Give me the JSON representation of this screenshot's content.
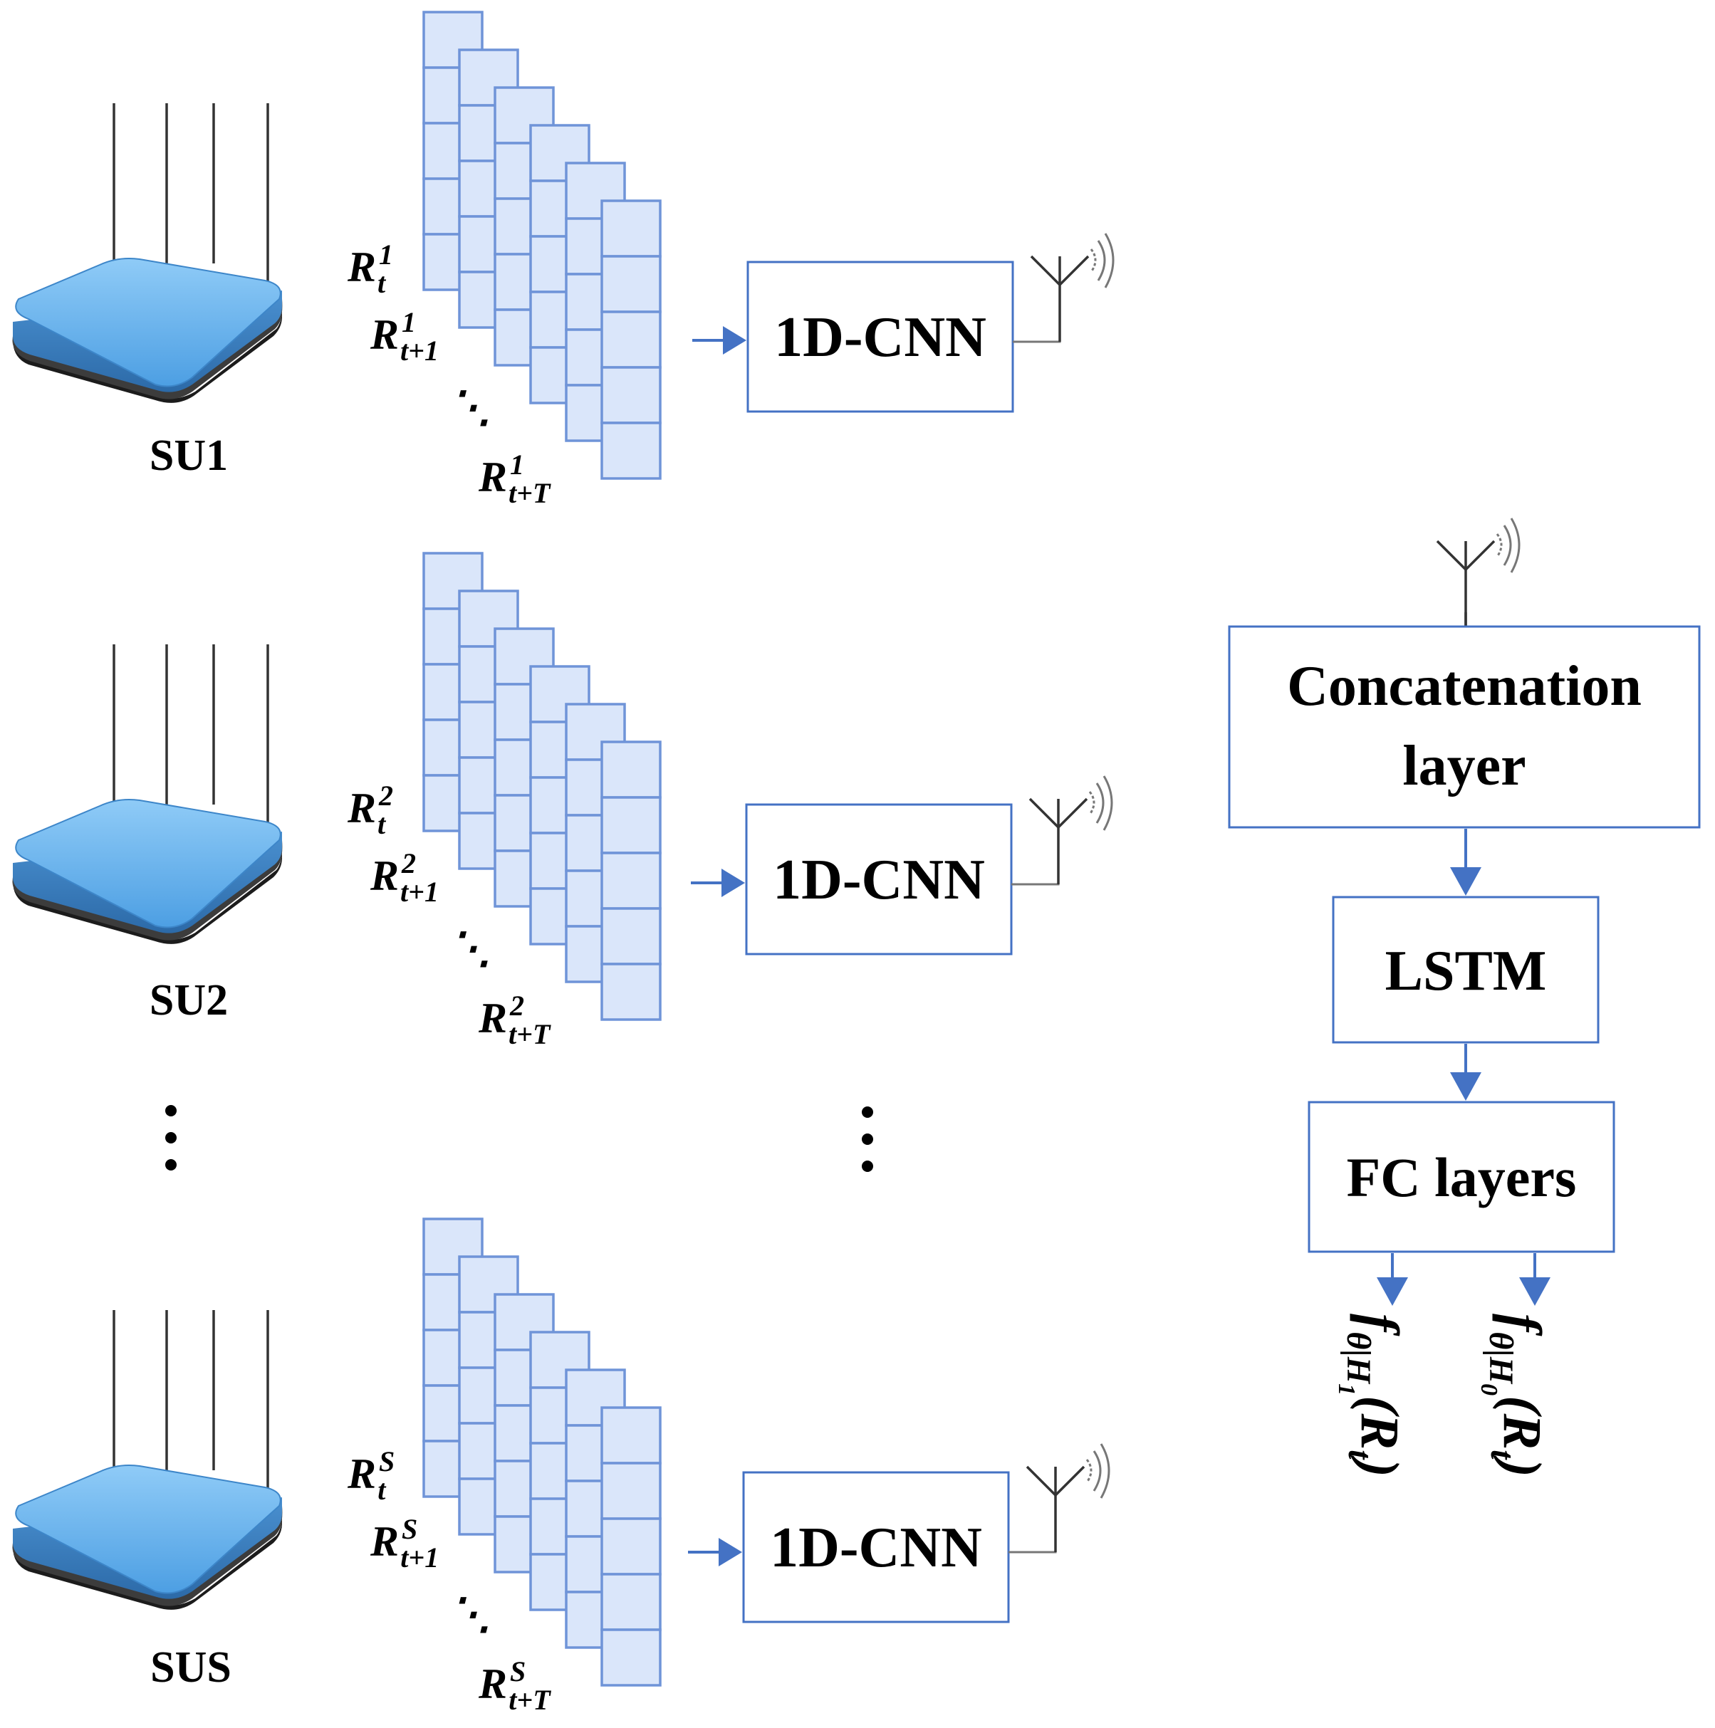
{
  "figure": {
    "stations": [
      {
        "label": "SU1",
        "frame_labels": [
          {
            "base": "R",
            "sup": "1",
            "sub": "t"
          },
          {
            "base": "R",
            "sup": "1",
            "sub": "t+1"
          },
          {
            "base": "R",
            "sup": "1",
            "sub": "t+T"
          }
        ],
        "ellipsis": "⋱",
        "cnn_label": "1D-CNN"
      },
      {
        "label": "SU2",
        "frame_labels": [
          {
            "base": "R",
            "sup": "2",
            "sub": "t"
          },
          {
            "base": "R",
            "sup": "2",
            "sub": "t+1"
          },
          {
            "base": "R",
            "sup": "2",
            "sub": "t+T"
          }
        ],
        "ellipsis": "⋱",
        "cnn_label": "1D-CNN"
      },
      {
        "label": "SUS",
        "frame_labels": [
          {
            "base": "R",
            "sup": "S",
            "sub": "t"
          },
          {
            "base": "R",
            "sup": "S",
            "sub": "t+1"
          },
          {
            "base": "R",
            "sup": "S",
            "sub": "t+T"
          }
        ],
        "ellipsis": "⋱",
        "cnn_label": "1D-CNN"
      }
    ],
    "vertical_ellipsis": "⋮",
    "concat_label_line1": "Concatenation",
    "concat_label_line2": "layer",
    "lstm_label": "LSTM",
    "fc_label": "FC layers",
    "outputs": [
      {
        "f": "f",
        "sub": "θ|H",
        "subsub": "1",
        "arg": "(R",
        "argsub": "t",
        "close": ")"
      },
      {
        "f": "f",
        "sub": "θ|H",
        "subsub": "0",
        "arg": "(R",
        "argsub": "t",
        "close": ")"
      }
    ],
    "colors": {
      "box_border": "#4472c4",
      "arrow": "#4472c4",
      "cell_fill": "#dae6fa",
      "cell_stroke": "#6f94d8",
      "router_top": "#6cb4f0",
      "router_base": "#1f1f1f"
    }
  }
}
